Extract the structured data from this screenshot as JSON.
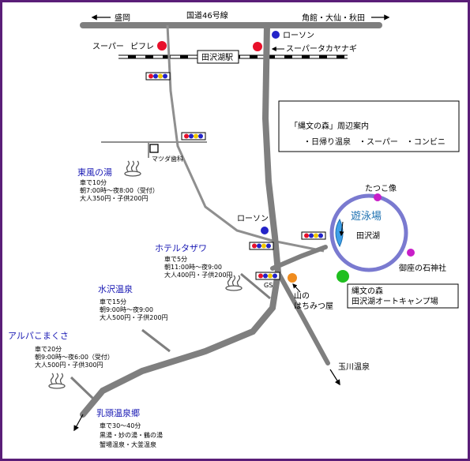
{
  "roads": {
    "national_route": "国道46号線",
    "to_west": "盛岡",
    "to_east": "角館・大仙・秋田"
  },
  "station": {
    "name": "田沢湖駅"
  },
  "stores": {
    "super_left_1": "スーパー",
    "super_left_2": "ピフレ",
    "lawson_top": "ローソン",
    "super_right": "スーパータカヤナギ",
    "lawson_mid": "ローソン",
    "dentist": "マツダ歯科",
    "gas_station": "GS"
  },
  "title_box": {
    "title": "「縄文の森」周辺案内",
    "legend": "・日帰り温泉　・スーパー　・コンビニ"
  },
  "lake": {
    "swim_area": "遊泳場",
    "name": "田沢湖",
    "tatsuko": "たつこ像",
    "shrine": "御座の石神社"
  },
  "destination": {
    "line1": "縄文の森",
    "line2": "田沢湖オートキャンプ場"
  },
  "honey": {
    "line1": "山の",
    "line2": "はちみつ屋"
  },
  "onsen": [
    {
      "name": "東風の湯",
      "lines": [
        "車で10分",
        "朝7:00時～夜8:00（受付）",
        "大人350円・子供200円"
      ]
    },
    {
      "name": "ホテルタザワ",
      "lines": [
        "車で5分",
        "朝11:00時～夜9:00",
        "大人400円・子供200円"
      ]
    },
    {
      "name": "水沢温泉",
      "lines": [
        "車で15分",
        "朝9:00時～夜9:00",
        "大人500円・子供200円"
      ]
    },
    {
      "name": "アルパこまくさ",
      "lines": [
        "車で20分",
        "朝9:00時～夜6:00（受付）",
        "大人500円・子供300円"
      ]
    },
    {
      "name": "乳頭温泉郷",
      "lines": [
        "車で30～40分",
        "黒湯・妙の湯・鶴の湯",
        "蟹場温泉・大釜温泉"
      ]
    }
  ],
  "tamagawa": "玉川温泉",
  "colors": {
    "frame": "#5a1e78",
    "road": "#7f7f7f",
    "supermarket": "#e8102a",
    "convenience": "#2323c8",
    "lake_ring": "#7a7ad0",
    "swim": "#3fa0e8",
    "destination": "#1fbf1f",
    "honey": "#f08c1e",
    "shrine": "#c81ec8",
    "onsen_label": "#1a1ab4"
  }
}
